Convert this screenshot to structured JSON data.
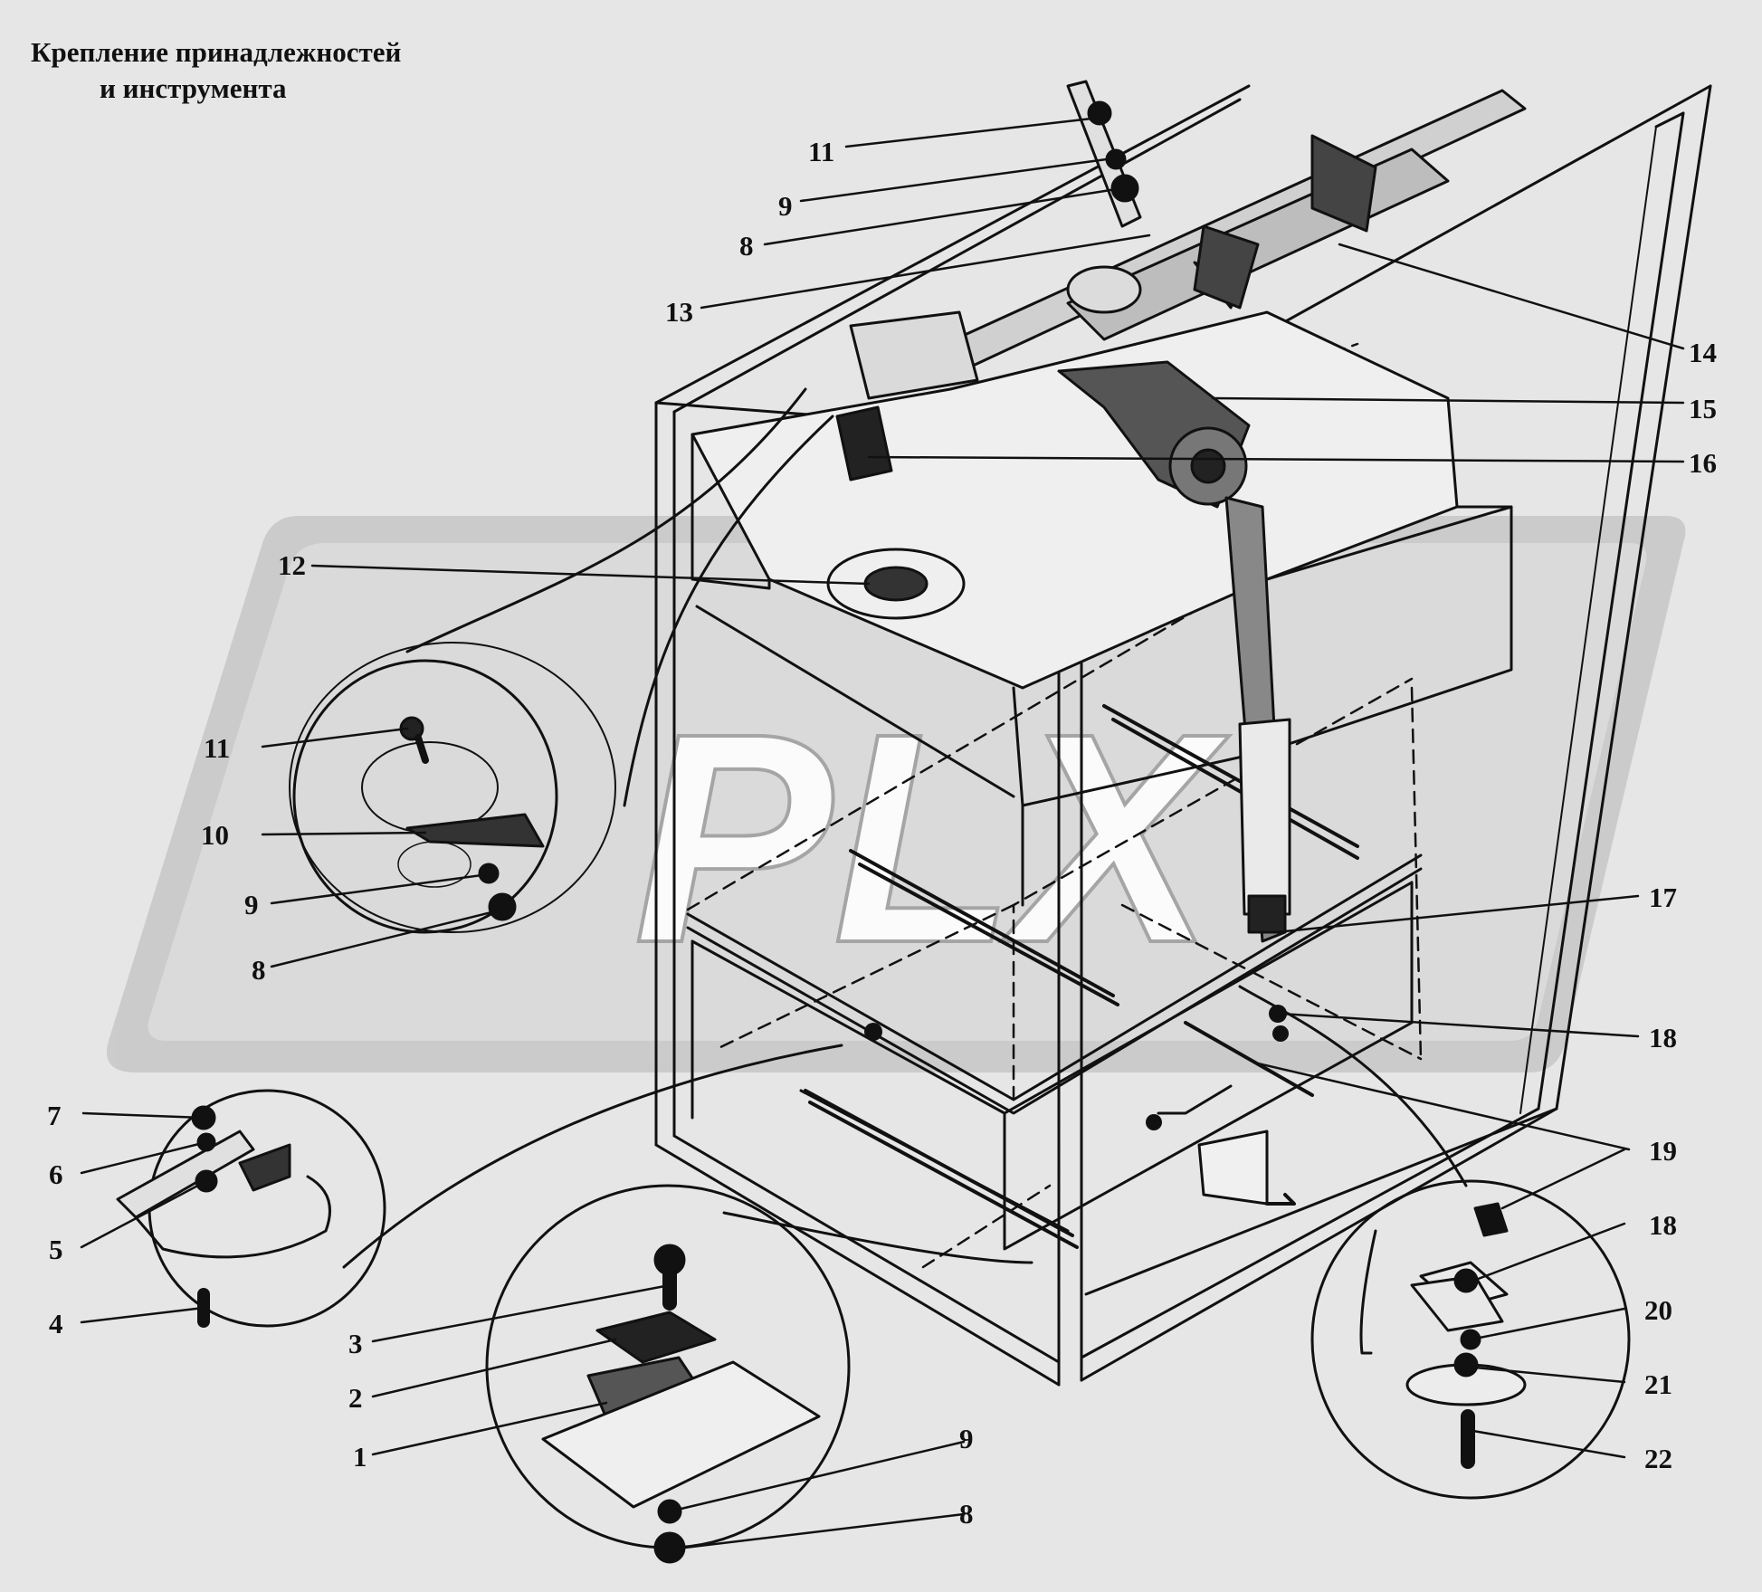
{
  "title": {
    "line1": "Крепление принадлежностей",
    "line2": "и инструмента"
  },
  "watermark": {
    "text": "PLX",
    "icon": "plx-logo-watermark"
  },
  "callouts": [
    {
      "id": "c11a",
      "label": "11"
    },
    {
      "id": "c9a",
      "label": "9"
    },
    {
      "id": "c8a",
      "label": "8"
    },
    {
      "id": "c13",
      "label": "13"
    },
    {
      "id": "c14",
      "label": "14"
    },
    {
      "id": "c15",
      "label": "15"
    },
    {
      "id": "c16",
      "label": "16"
    },
    {
      "id": "c12",
      "label": "12"
    },
    {
      "id": "c11b",
      "label": "11"
    },
    {
      "id": "c10",
      "label": "10"
    },
    {
      "id": "c9b",
      "label": "9"
    },
    {
      "id": "c8b",
      "label": "8"
    },
    {
      "id": "c17",
      "label": "17"
    },
    {
      "id": "c18a",
      "label": "18"
    },
    {
      "id": "c19",
      "label": "19"
    },
    {
      "id": "c7",
      "label": "7"
    },
    {
      "id": "c6",
      "label": "6"
    },
    {
      "id": "c5",
      "label": "5"
    },
    {
      "id": "c4",
      "label": "4"
    },
    {
      "id": "c18b",
      "label": "18"
    },
    {
      "id": "c20",
      "label": "20"
    },
    {
      "id": "c21",
      "label": "21"
    },
    {
      "id": "c22",
      "label": "22"
    },
    {
      "id": "c3",
      "label": "3"
    },
    {
      "id": "c2",
      "label": "2"
    },
    {
      "id": "c1",
      "label": "1"
    },
    {
      "id": "c9c",
      "label": "9"
    },
    {
      "id": "c8c",
      "label": "8"
    }
  ]
}
